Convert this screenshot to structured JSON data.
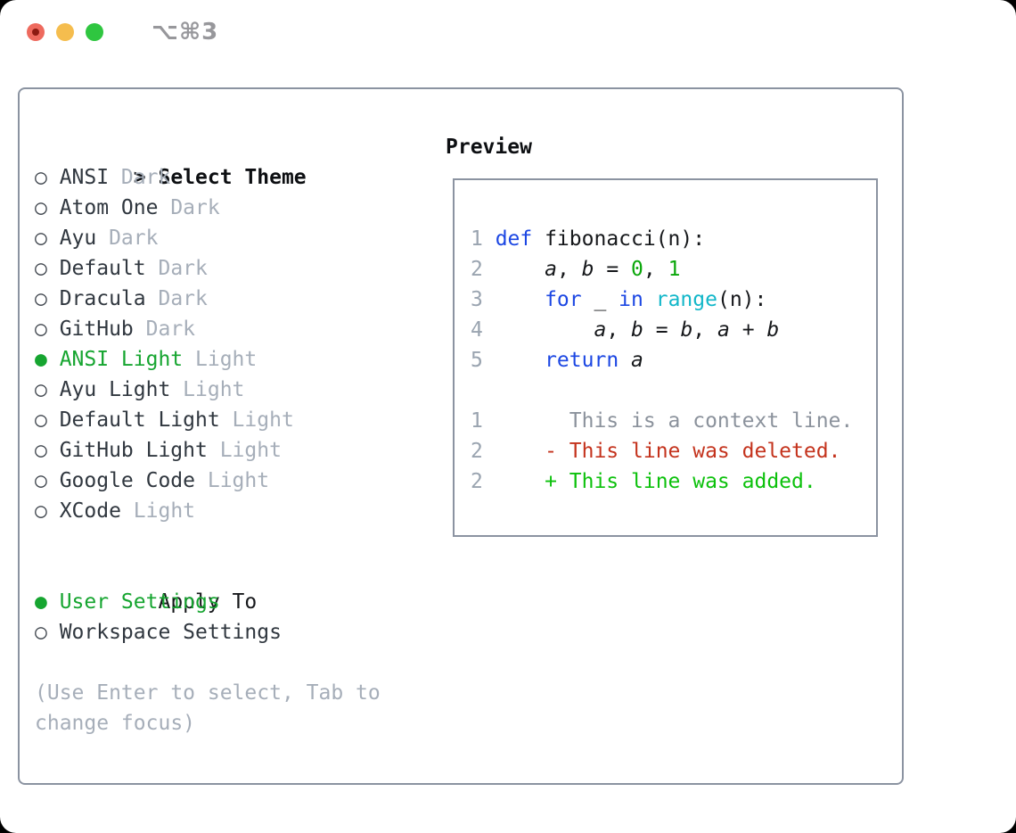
{
  "titlebar": {
    "shortcut": "⌥⌘3",
    "buttons": [
      {
        "id": "close",
        "has_unsaved_dot": true
      },
      {
        "id": "minimize",
        "has_unsaved_dot": false
      },
      {
        "id": "zoom",
        "has_unsaved_dot": false
      }
    ]
  },
  "theme_panel": {
    "cursor": ">",
    "title": "Select Theme",
    "items": [
      {
        "name": "ANSI",
        "variant": "Dark",
        "selected": false
      },
      {
        "name": "Atom One",
        "variant": "Dark",
        "selected": false
      },
      {
        "name": "Ayu",
        "variant": "Dark",
        "selected": false
      },
      {
        "name": "Default",
        "variant": "Dark",
        "selected": false
      },
      {
        "name": "Dracula",
        "variant": "Dark",
        "selected": false
      },
      {
        "name": "GitHub",
        "variant": "Dark",
        "selected": false
      },
      {
        "name": "ANSI Light",
        "variant": "Light",
        "selected": true
      },
      {
        "name": "Ayu Light",
        "variant": "Light",
        "selected": false
      },
      {
        "name": "Default Light",
        "variant": "Light",
        "selected": false
      },
      {
        "name": "GitHub Light",
        "variant": "Light",
        "selected": false
      },
      {
        "name": "Google Code",
        "variant": "Light",
        "selected": false
      },
      {
        "name": "XCode",
        "variant": "Light",
        "selected": false
      }
    ],
    "apply_to": {
      "title": "Apply To",
      "options": [
        {
          "label": "User Settings",
          "selected": true
        },
        {
          "label": "Workspace Settings",
          "selected": false
        }
      ]
    },
    "help_text": "(Use Enter to select, Tab to change focus)"
  },
  "preview_panel": {
    "title": "Preview",
    "code_lines": [
      {
        "num": "1",
        "tokens": [
          {
            "t": "def",
            "c": "kw"
          },
          {
            "t": " fibonacci(n):",
            "c": "pl"
          }
        ]
      },
      {
        "num": "2",
        "tokens": [
          {
            "t": "    ",
            "c": "pl"
          },
          {
            "t": "a",
            "c": "var"
          },
          {
            "t": ", ",
            "c": "pl"
          },
          {
            "t": "b",
            "c": "var"
          },
          {
            "t": " = ",
            "c": "pl"
          },
          {
            "t": "0",
            "c": "num"
          },
          {
            "t": ", ",
            "c": "pl"
          },
          {
            "t": "1",
            "c": "num"
          }
        ]
      },
      {
        "num": "3",
        "tokens": [
          {
            "t": "    ",
            "c": "pl"
          },
          {
            "t": "for",
            "c": "kw"
          },
          {
            "t": " _ ",
            "c": "pl"
          },
          {
            "t": "in",
            "c": "kw"
          },
          {
            "t": " ",
            "c": "pl"
          },
          {
            "t": "range",
            "c": "bi"
          },
          {
            "t": "(n):",
            "c": "pl"
          }
        ]
      },
      {
        "num": "4",
        "tokens": [
          {
            "t": "        ",
            "c": "pl"
          },
          {
            "t": "a",
            "c": "var"
          },
          {
            "t": ", ",
            "c": "pl"
          },
          {
            "t": "b",
            "c": "var"
          },
          {
            "t": " = ",
            "c": "pl"
          },
          {
            "t": "b",
            "c": "var"
          },
          {
            "t": ", ",
            "c": "pl"
          },
          {
            "t": "a",
            "c": "var"
          },
          {
            "t": " + ",
            "c": "pl"
          },
          {
            "t": "b",
            "c": "var"
          }
        ]
      },
      {
        "num": "5",
        "tokens": [
          {
            "t": "    ",
            "c": "pl"
          },
          {
            "t": "return",
            "c": "kw"
          },
          {
            "t": " ",
            "c": "pl"
          },
          {
            "t": "a",
            "c": "var"
          }
        ]
      }
    ],
    "diff_lines": [
      {
        "num": "1",
        "sign": "",
        "text": "This is a context line.",
        "kind": "context"
      },
      {
        "num": "2",
        "sign": "-",
        "text": "This line was deleted.",
        "kind": "deleted"
      },
      {
        "num": "2",
        "sign": "+",
        "text": "This line was added.",
        "kind": "added"
      }
    ]
  },
  "glyphs": {
    "radio_unselected": "○",
    "radio_selected": "●"
  },
  "colors": {
    "traffic_red": "#ee6a5e",
    "traffic_red_dot": "#8c1a11",
    "traffic_yellow": "#f5bd4e",
    "traffic_green": "#2fc640",
    "shortcut_gray": "#97979b",
    "border_gray": "#8b93a1",
    "header_black": "#0d0f12",
    "text_dark": "#30373f",
    "muted_gray": "#a6aeb9",
    "ring_gray": "#41474f",
    "accent_green": "#16a530",
    "line_number": "#9aa4b0",
    "keyword_blue": "#1c47e3",
    "builtin_cyan": "#12b7c9",
    "number_green": "#0ba70b",
    "code_plain": "#16181b",
    "diff_context": "#8b929c",
    "diff_deleted": "#c4331d",
    "diff_added": "#0cc10c"
  }
}
